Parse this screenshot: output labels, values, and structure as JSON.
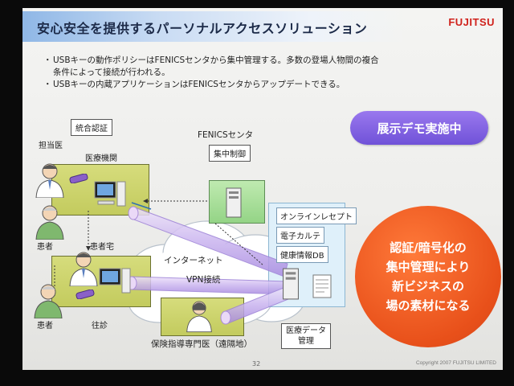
{
  "slide": {
    "title": "安心安全を提供するパーソナルアクセスソリューション",
    "logo": "FUJITSU",
    "bullets": [
      "USBキーの動作ポリシーはFENICSセンタから集中管理する。多数の登場人物間の複合",
      "条件によって接続が行われる。",
      "USBキーの内蔵アプリケーションはFENICSセンタからアップデートできる。"
    ],
    "demo_badge": "展示デモ実施中",
    "message_lines": [
      "認証/暗号化の",
      "集中管理により",
      "新ビジネスの",
      "場の素材になる"
    ],
    "page_number": "32",
    "copyright": "Copyright 2007 FUJITSU LIMITED"
  },
  "diagram": {
    "callout_auth": "統合認証",
    "label_doctor": "担当医",
    "label_medical_institution": "医療機関",
    "label_patient_top": "患者",
    "label_patient_home": "患者宅",
    "label_patient_bottom": "患者",
    "label_home_visit": "往診",
    "label_fenics_center": "FENICSセンタ",
    "callout_central_control": "集中制御",
    "label_internet": "インターネット",
    "label_vpn": "VPN接続",
    "label_specialist": "保険指導専門医（遠隔地）",
    "db_items": [
      "オンラインレセプト",
      "電子カルテ",
      "健康情報DB"
    ],
    "callout_data_mgmt_1": "医療データ",
    "callout_data_mgmt_2": "管理"
  }
}
